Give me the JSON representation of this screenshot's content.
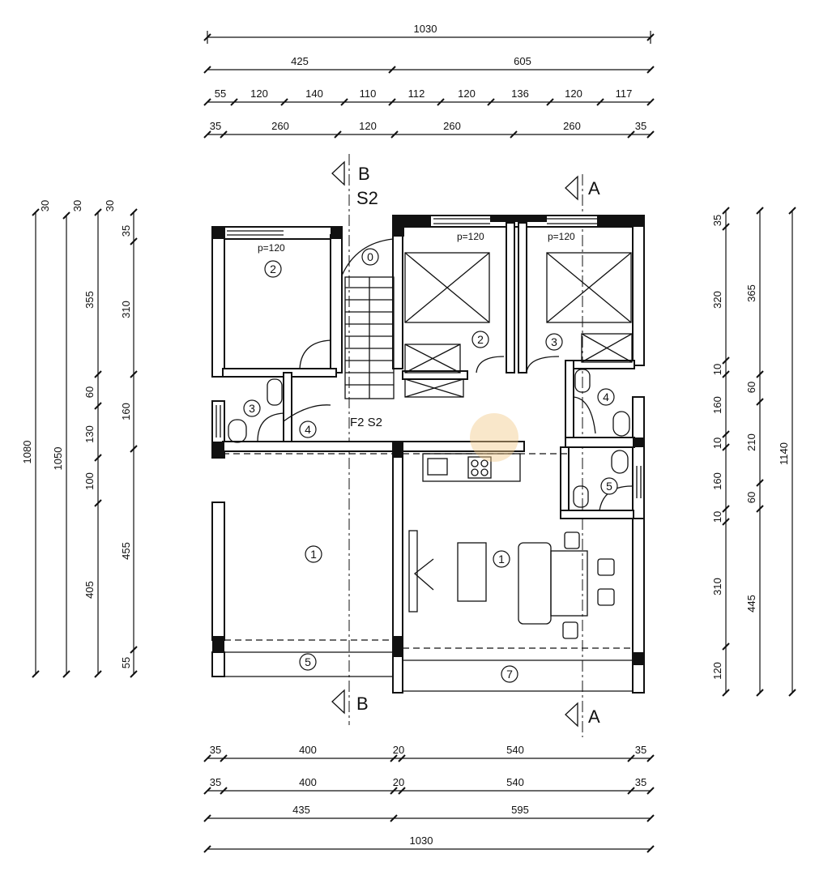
{
  "dimensions": {
    "top": [
      {
        "row": 1,
        "values": [
          "1030"
        ]
      },
      {
        "row": 2,
        "values": [
          "425",
          "605"
        ]
      },
      {
        "row": 3,
        "values": [
          "55",
          "120",
          "140",
          "110",
          "112",
          "120",
          "136",
          "120",
          "117"
        ]
      },
      {
        "row": 4,
        "values": [
          "35",
          "260",
          "120",
          "260",
          "260",
          "35"
        ]
      }
    ],
    "bottom": [
      {
        "row": 1,
        "values": [
          "35",
          "400",
          "20",
          "540",
          "35"
        ]
      },
      {
        "row": 2,
        "values": [
          "35",
          "400",
          "20",
          "540",
          "35"
        ]
      },
      {
        "row": 3,
        "values": [
          "435",
          "595"
        ]
      },
      {
        "row": 4,
        "values": [
          "1030"
        ]
      }
    ],
    "left": [
      {
        "col": 1,
        "values": [
          "30",
          "1080"
        ]
      },
      {
        "col": 2,
        "values": [
          "30",
          "1050"
        ]
      },
      {
        "col": 3,
        "values": [
          "30",
          "355",
          "60",
          "130",
          "100",
          "405"
        ]
      },
      {
        "col": 4,
        "values": [
          "35",
          "310",
          "160",
          "455",
          "55"
        ]
      }
    ],
    "right": [
      {
        "col": 1,
        "values": [
          "35",
          "320",
          "10",
          "160",
          "10",
          "160",
          "10",
          "310",
          "120"
        ]
      },
      {
        "col": 2,
        "values": [
          "365",
          "60",
          "210",
          "60",
          "445"
        ]
      },
      {
        "col": 3,
        "values": [
          "1140"
        ]
      }
    ]
  },
  "sections": {
    "b_top": "B",
    "b_top_sub": "S2",
    "a_top": "A",
    "b_bottom": "B",
    "a_bottom": "A"
  },
  "labels": {
    "stair": "F2 S2",
    "window_left": "p=120",
    "window_mid": "p=120",
    "window_right": "p=120"
  },
  "rooms": {
    "r0": "0",
    "left_bedroom": "2",
    "left_bath": "3",
    "left_hall": "4",
    "left_living": "1",
    "left_terrace": "5",
    "right_bedroom_2": "2",
    "right_bedroom_3": "3",
    "right_bath_4": "4",
    "right_bath_5": "5",
    "right_living": "1",
    "right_terrace": "7"
  }
}
